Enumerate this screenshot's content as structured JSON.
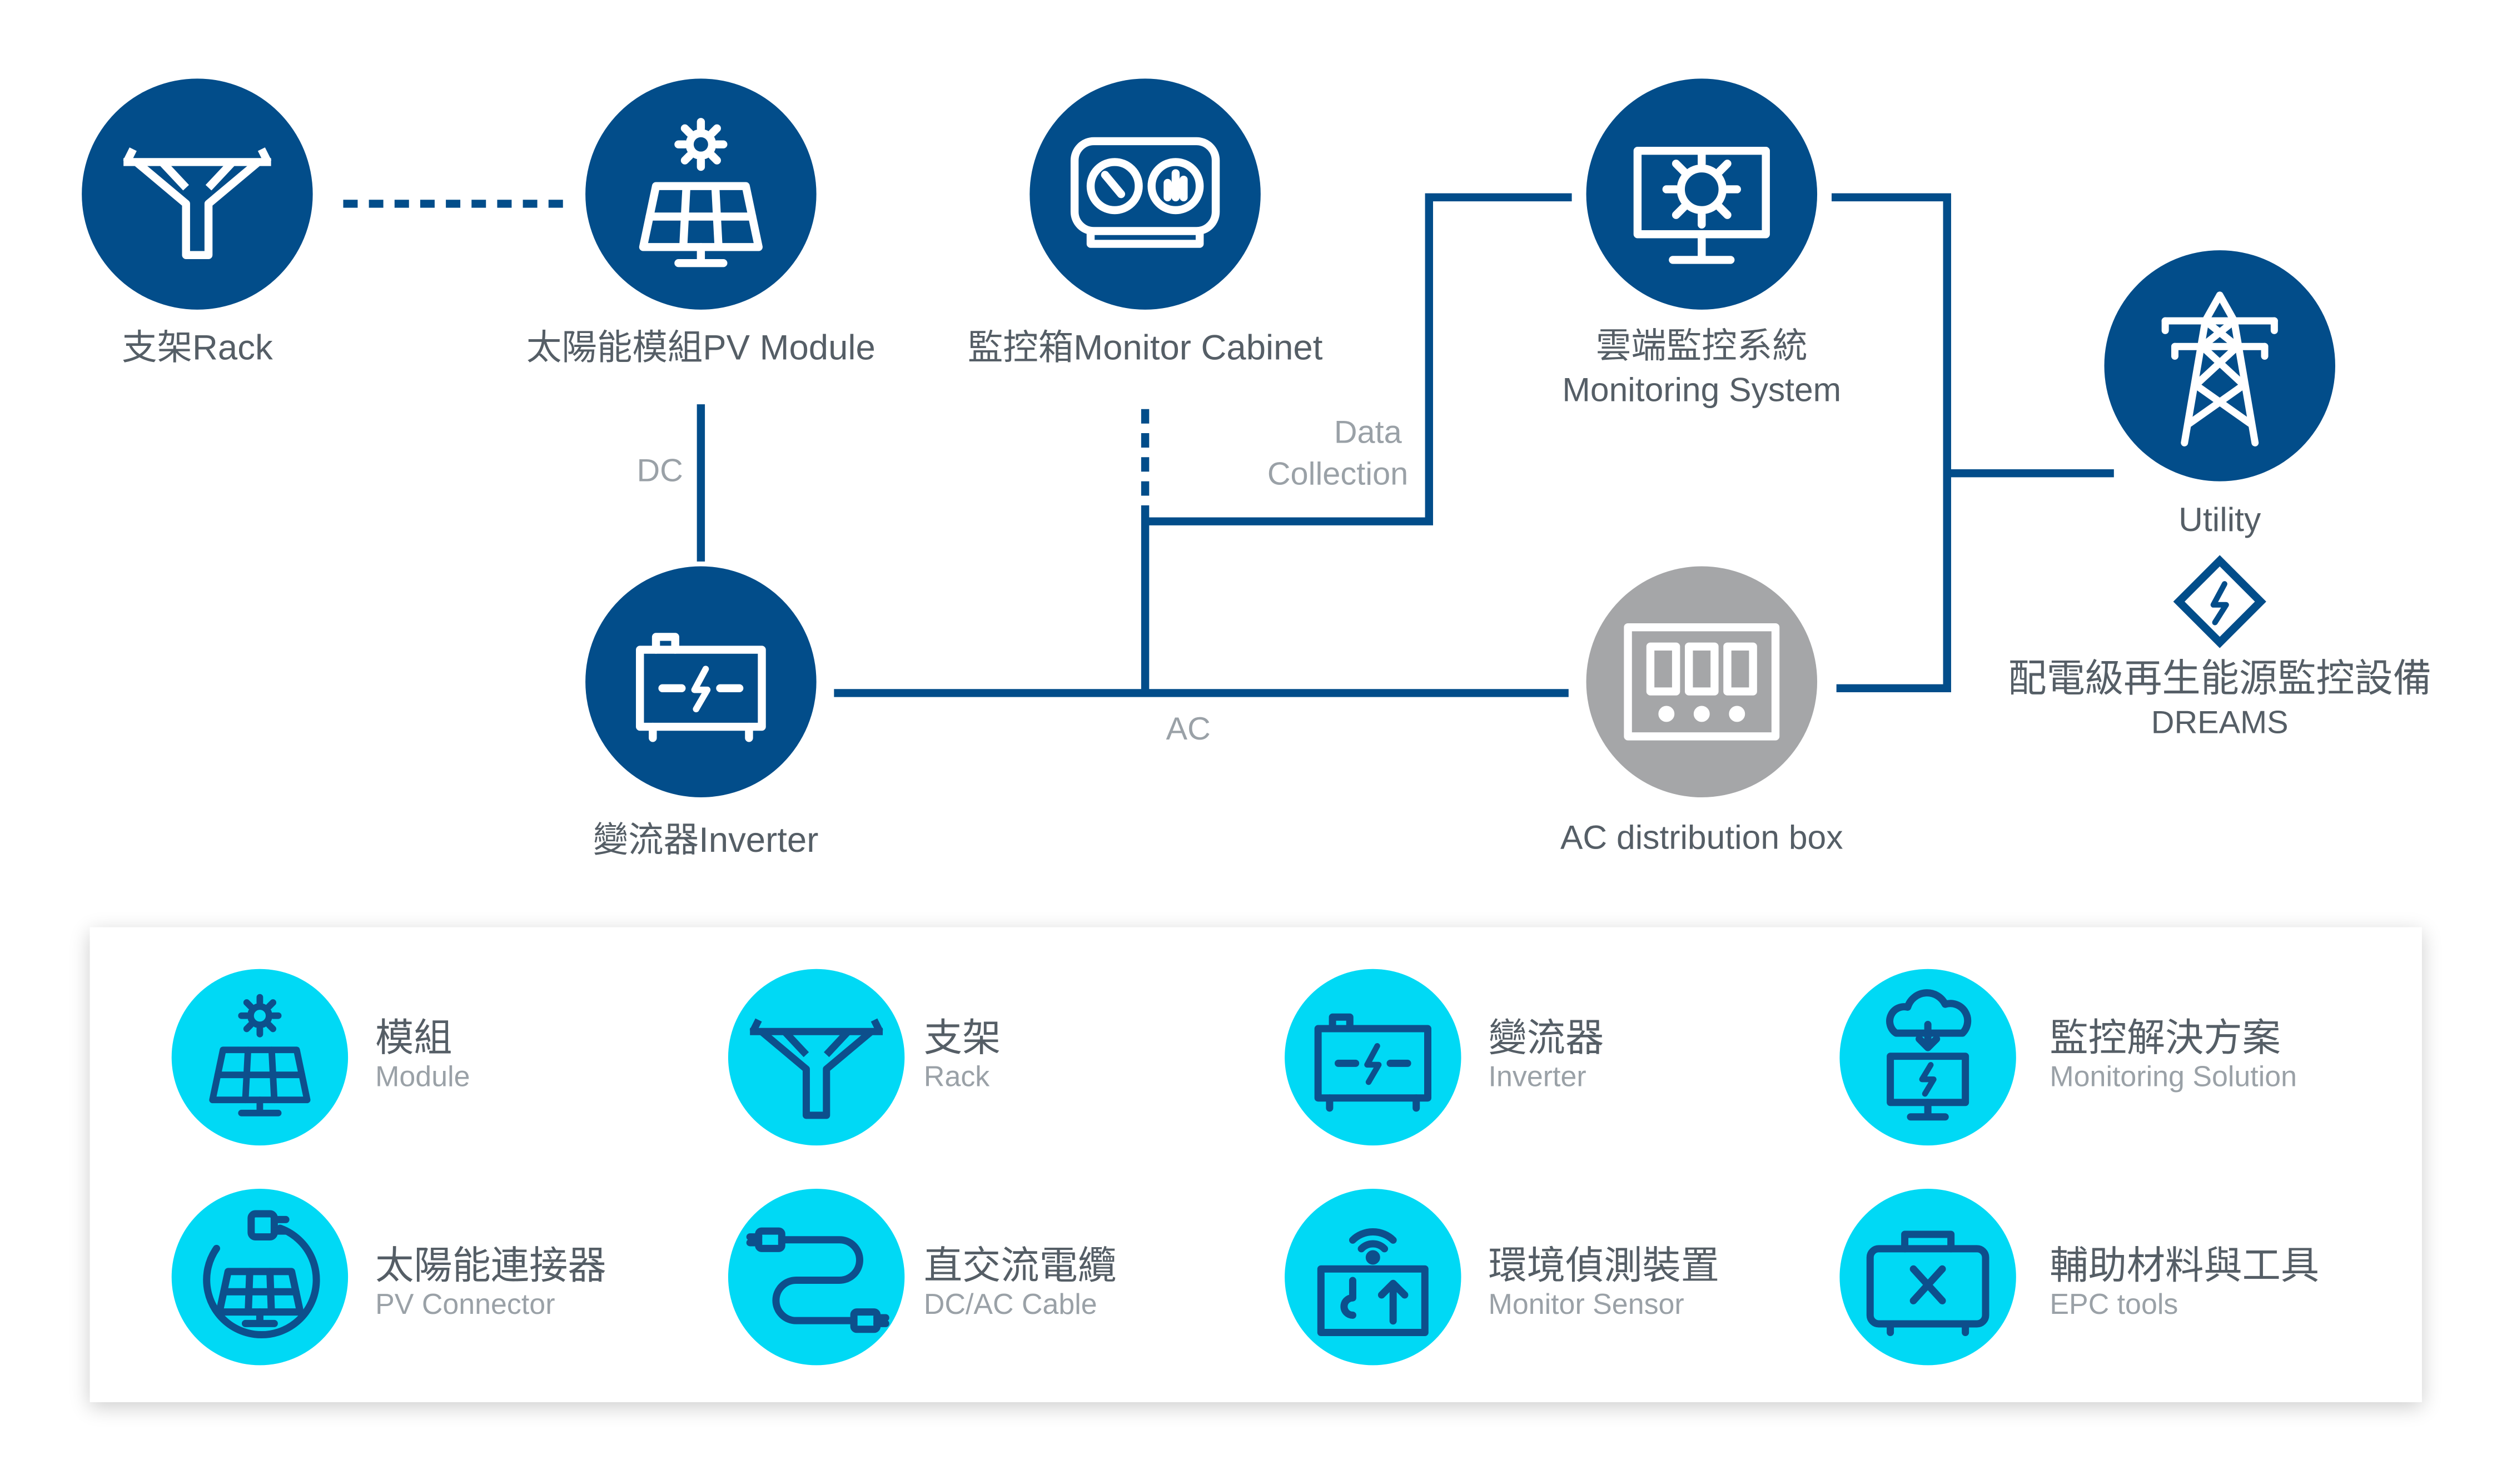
{
  "colors": {
    "node": "#024d8a",
    "node_grey": "#a5a6a8",
    "legend_circle": "#00d9f5",
    "legend_icon": "#0d4f8c",
    "line": "#024d8a",
    "label": "#555e66",
    "muted": "#9aa1a7"
  },
  "diagram": {
    "rack": {
      "label": "支架Rack",
      "icon": "rack-icon"
    },
    "pv_module": {
      "label": "太陽能模組PV Module",
      "icon": "solar-panel-icon"
    },
    "monitor_cabinet": {
      "label": "監控箱Monitor Cabinet",
      "icon": "gauge-icon"
    },
    "monitoring_system": {
      "label_zh": "雲端監控系統",
      "label_en": "Monitoring System",
      "icon": "gear-monitor-icon"
    },
    "utility": {
      "label": "Utility",
      "icon": "transmission-tower-icon"
    },
    "dreams": {
      "label_zh": "配電級再生能源監控設備",
      "label_en": "DREAMS",
      "icon": "diamond-bolt-icon"
    },
    "inverter": {
      "label": "變流器Inverter",
      "icon": "inverter-icon"
    },
    "ac_box": {
      "label": "AC distribution box",
      "icon": "switchboard-icon"
    },
    "connections": {
      "dc": "DC",
      "ac": "AC",
      "data_collection_1": "Data",
      "data_collection_2": "Collection"
    }
  },
  "legend": [
    {
      "zh": "模組",
      "en": "Module",
      "icon": "solar-panel-icon"
    },
    {
      "zh": "支架",
      "en": "Rack",
      "icon": "rack-icon"
    },
    {
      "zh": "變流器",
      "en": "Inverter",
      "icon": "inverter-icon"
    },
    {
      "zh": "監控解決方案",
      "en": "Monitoring Solution",
      "icon": "cloud-monitor-icon"
    },
    {
      "zh": "太陽能連接器",
      "en": "PV Connector",
      "icon": "pv-connector-icon"
    },
    {
      "zh": "直交流電纜",
      "en": "DC/AC Cable",
      "icon": "cable-icon"
    },
    {
      "zh": "環境偵測裝置",
      "en": "Monitor Sensor",
      "icon": "sensor-icon"
    },
    {
      "zh": "輔助材料與工具",
      "en": "EPC tools",
      "icon": "toolbox-icon"
    }
  ]
}
